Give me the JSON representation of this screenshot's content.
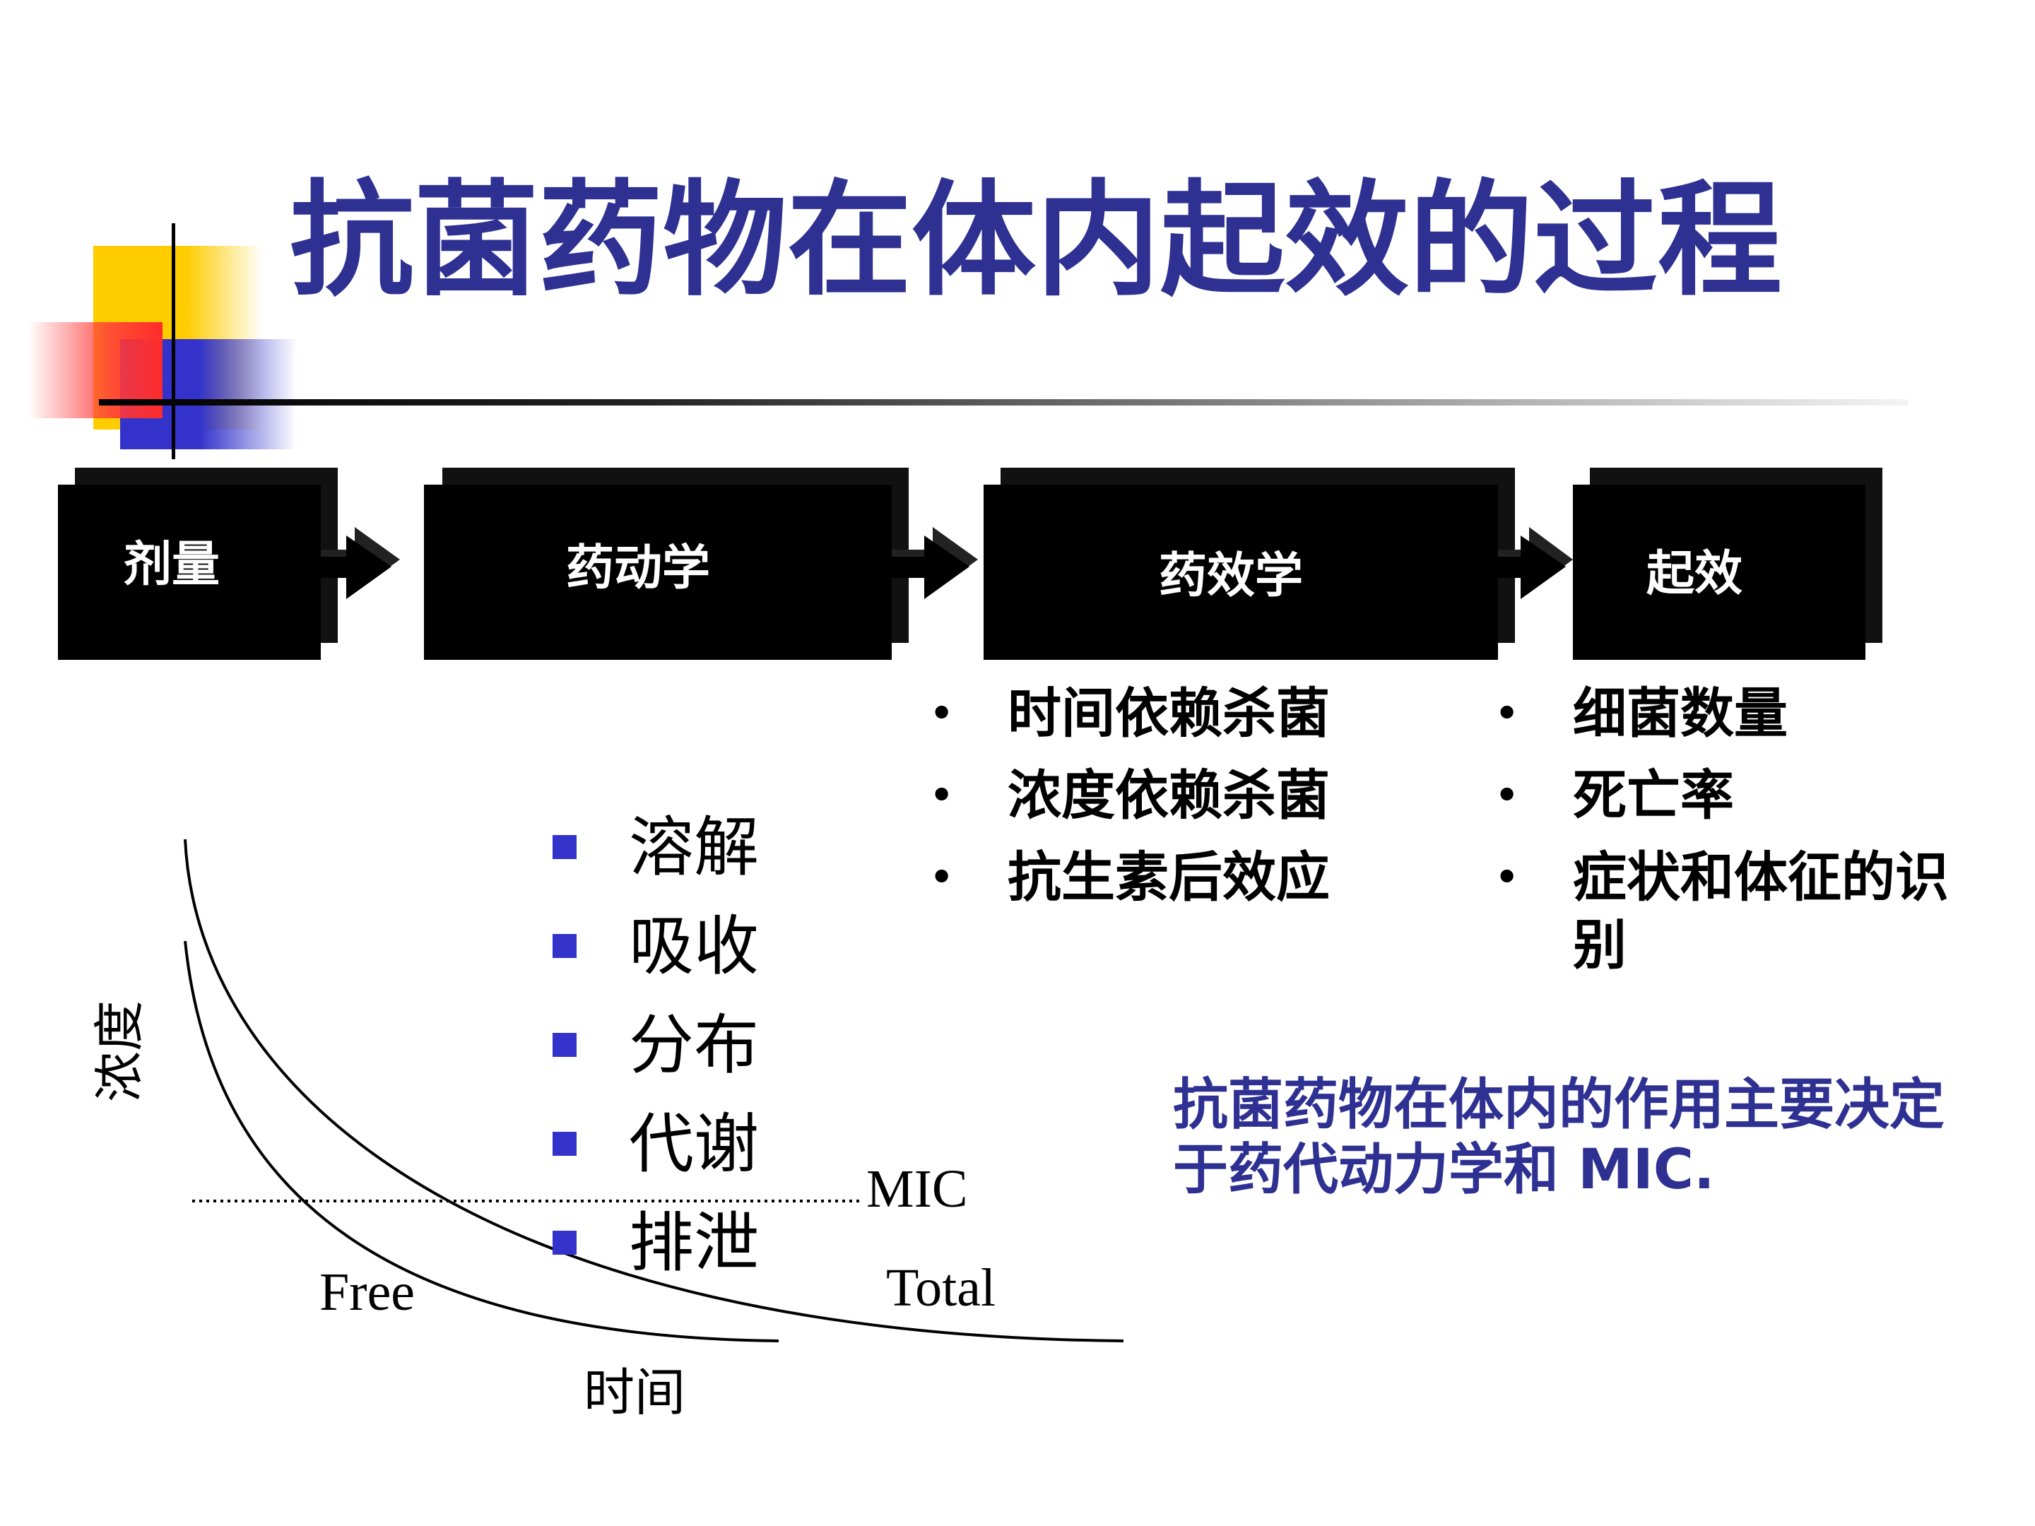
{
  "title": "抗菌药物在体内起效的过程",
  "flow": {
    "boxes": [
      "剂量",
      "药动学",
      "药效学",
      "起效"
    ]
  },
  "pd_list": [
    "时间依赖杀菌",
    "浓度依赖杀菌",
    "抗生素后效应"
  ],
  "effect_list": [
    "细菌数量",
    "死亡率",
    "症状和体征的识",
    "别"
  ],
  "pk_list": [
    "溶解",
    "吸收",
    "分布",
    "代谢",
    "排泄"
  ],
  "note": {
    "line1": "抗菌药物在体内的作用主要决定",
    "line2": "于药代动力学和 MIC."
  },
  "graph": {
    "ylabel": "浓度",
    "xlabel": "时间",
    "mic_label": "MIC",
    "free_label": "Free",
    "total_label": "Total"
  },
  "colors": {
    "title": "#2e3192",
    "bullet_square": "#3333cc",
    "box": "#000000"
  }
}
